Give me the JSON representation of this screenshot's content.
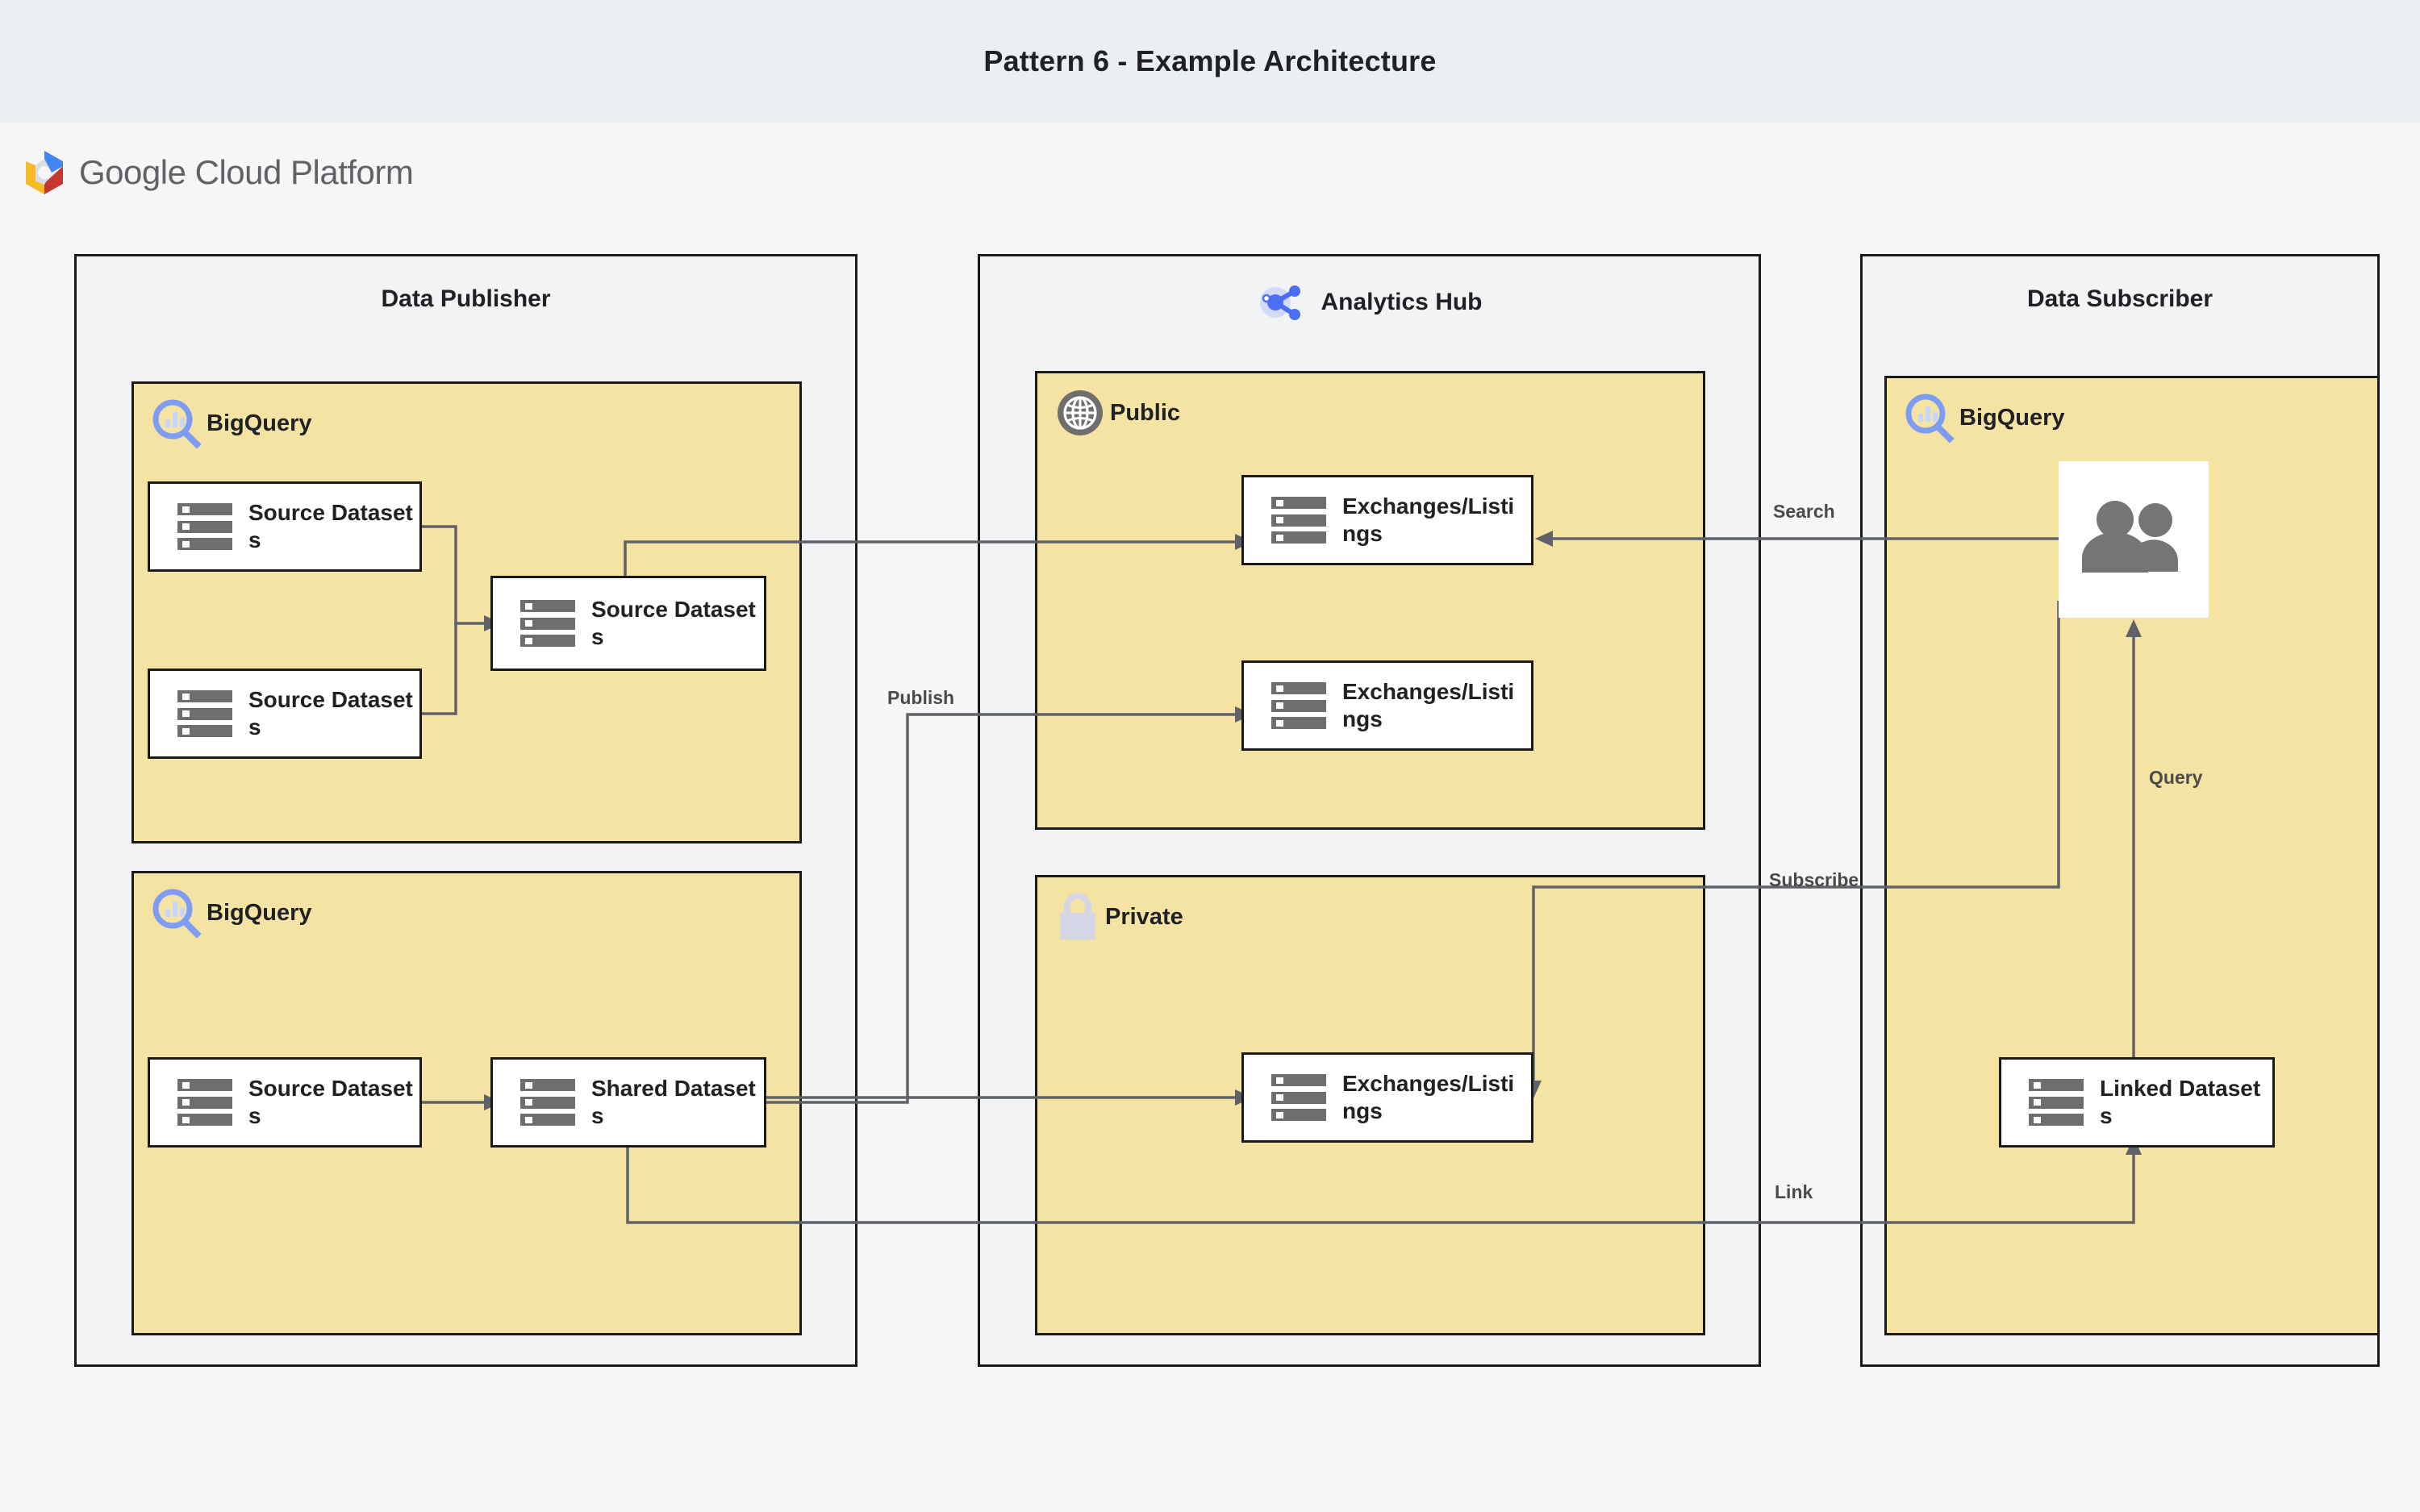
{
  "header": {
    "title": "Pattern 6 - Example Architecture",
    "brand": "Google Cloud Platform",
    "brand_part1": "Google",
    "brand_part2": "Cloud Platform",
    "brand_icon": "google-cloud-hexagon-icon",
    "colors": {
      "title_band": "#eceff1",
      "canvas": "#f6f6f6",
      "zone_fill": "#f1f3f4",
      "panel_fill": "#f5e3a4",
      "node_fill": "#ffffff",
      "stroke": "#1a1a1a",
      "wire": "#5f6368",
      "icon_gray": "#6e6e6e",
      "bigquery_blue": "#7f9cf5",
      "hub_blue": "#4c6ef5"
    }
  },
  "zones": {
    "publisher": {
      "title": "Data Publisher",
      "panels": [
        {
          "label": "BigQuery",
          "icon": "bigquery-icon",
          "nodes": [
            {
              "label": "Source Datasets",
              "icon": "datasets-icon"
            },
            {
              "label": "Source Datasets",
              "icon": "datasets-icon"
            },
            {
              "label": "Source Datasets",
              "icon": "datasets-icon"
            }
          ]
        },
        {
          "label": "BigQuery",
          "icon": "bigquery-icon",
          "nodes": [
            {
              "label": "Source Datasets",
              "icon": "datasets-icon"
            },
            {
              "label": "Shared Datasets",
              "icon": "datasets-icon"
            }
          ]
        }
      ]
    },
    "hub": {
      "title": "Analytics Hub",
      "icon": "analytics-hub-icon",
      "panels": [
        {
          "label": "Public",
          "icon": "globe-icon",
          "nodes": [
            {
              "label": "Exchanges/Listings",
              "icon": "datasets-icon"
            },
            {
              "label": "Exchanges/Listings",
              "icon": "datasets-icon"
            }
          ]
        },
        {
          "label": "Private",
          "icon": "lock-icon",
          "nodes": [
            {
              "label": "Exchanges/Listings",
              "icon": "datasets-icon"
            }
          ]
        }
      ]
    },
    "subscriber": {
      "title": "Data Subscriber",
      "panels": [
        {
          "label": "BigQuery",
          "icon": "bigquery-icon",
          "nodes": [
            {
              "label": "",
              "icon": "users-icon"
            },
            {
              "label": "Linked Datasets",
              "icon": "datasets-icon"
            }
          ]
        }
      ]
    }
  },
  "edges": [
    {
      "label": "Publish",
      "from": "Source Datasets",
      "to": "Exchanges/Listings"
    },
    {
      "label": "Search",
      "from": "Data Subscriber users",
      "to": "Exchanges/Listings"
    },
    {
      "label": "Subscribe",
      "from": "Data Subscriber users",
      "to": "Private Exchanges/Listings"
    },
    {
      "label": "Link",
      "from": "Shared Datasets",
      "to": "Linked Datasets"
    },
    {
      "label": "Query",
      "from": "Linked Datasets",
      "to": "Data Subscriber users"
    }
  ]
}
